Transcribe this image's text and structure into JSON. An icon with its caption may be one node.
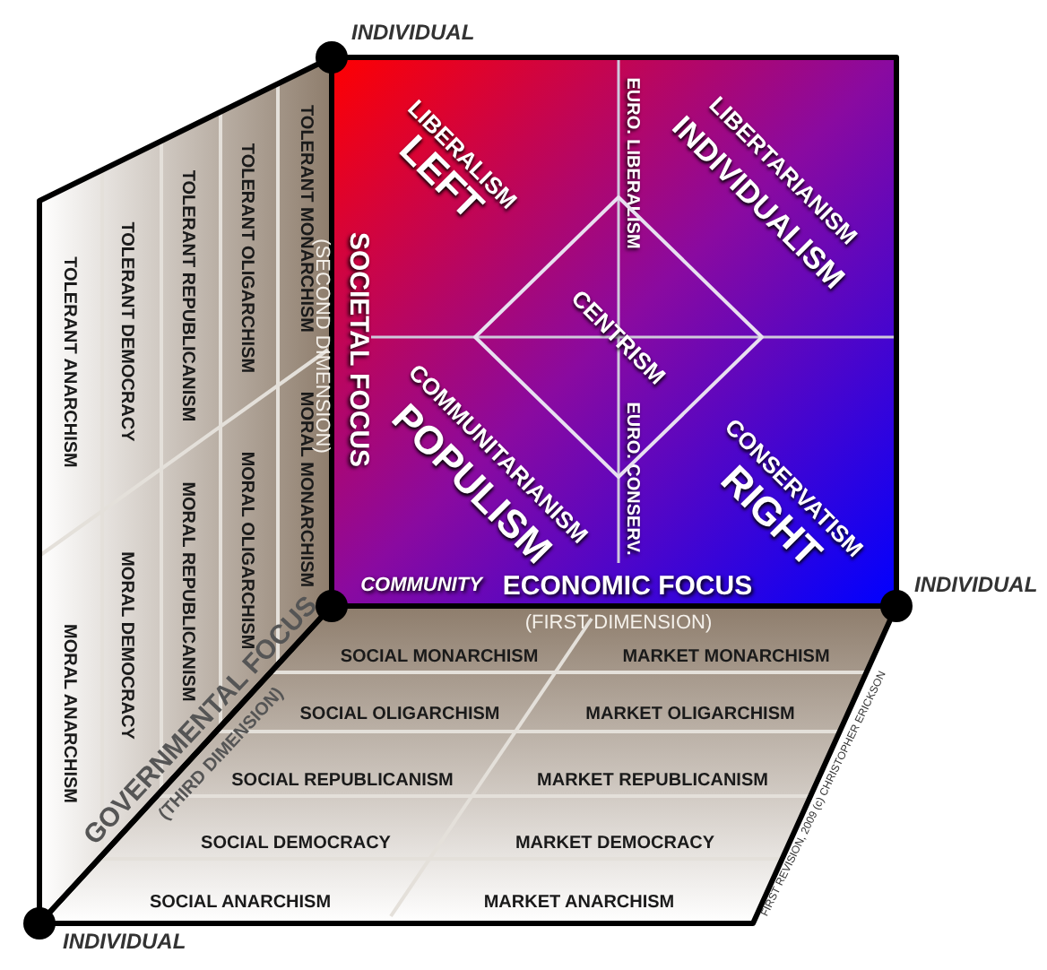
{
  "diagram": {
    "nodes": [
      {
        "text": [
          "LIBERALISM",
          "LEFT",
          "LIBERTARIANISM",
          "INDIVIDUALISM",
          "EURO. LIBERALISM",
          "SOCIETAL FOCUS",
          "COMMUNITARIANISM",
          "POPULISM",
          "CONSERVATISM",
          "RIGHT",
          "EURO. CONSERV.",
          "COMMUNITY",
          "ECONOMIC FOCUS"
        ]
      },
      {
        "text": [
          "CENTRISM"
        ],
        "in": 0
      }
    ],
    "labels": [
      "INDIVIDUAL",
      "TOLERANT MONARCHISM",
      "TOLERANT OLIGARCHISM",
      "TOLERANT REPUBLICANISM",
      "TOLERANT DEMOCRACY",
      "TOLERANT ANARCHISM",
      "MORAL MONARCHISM",
      "MORAL OLIGARCHISM",
      "MORAL REPUBLICANISM",
      "MORAL DEMOCRACY",
      "MORAL ANARCHISM",
      "(SECOND DIMENSION)",
      "INDIVIDUAL",
      "(FIRST DIMENSION)",
      "SOCIAL MONARCHISM",
      "MARKET MONARCHISM",
      "SOCIAL OLIGARCHISM",
      "MARKET OLIGARCHISM",
      "SOCIAL REPUBLICANISM",
      "MARKET REPUBLICANISM",
      "SOCIAL DEMOCRACY",
      "MARKET DEMOCRACY",
      "SOCIAL ANARCHISM",
      "MARKET ANARCHISM",
      "GOVERNMENTAL FOCUS",
      "(THIRD DIMENSION)",
      "FIRST REVISION, 2009 (c) CHRISTOPHER ERICKSON",
      "INDIVIDUAL"
    ]
  }
}
